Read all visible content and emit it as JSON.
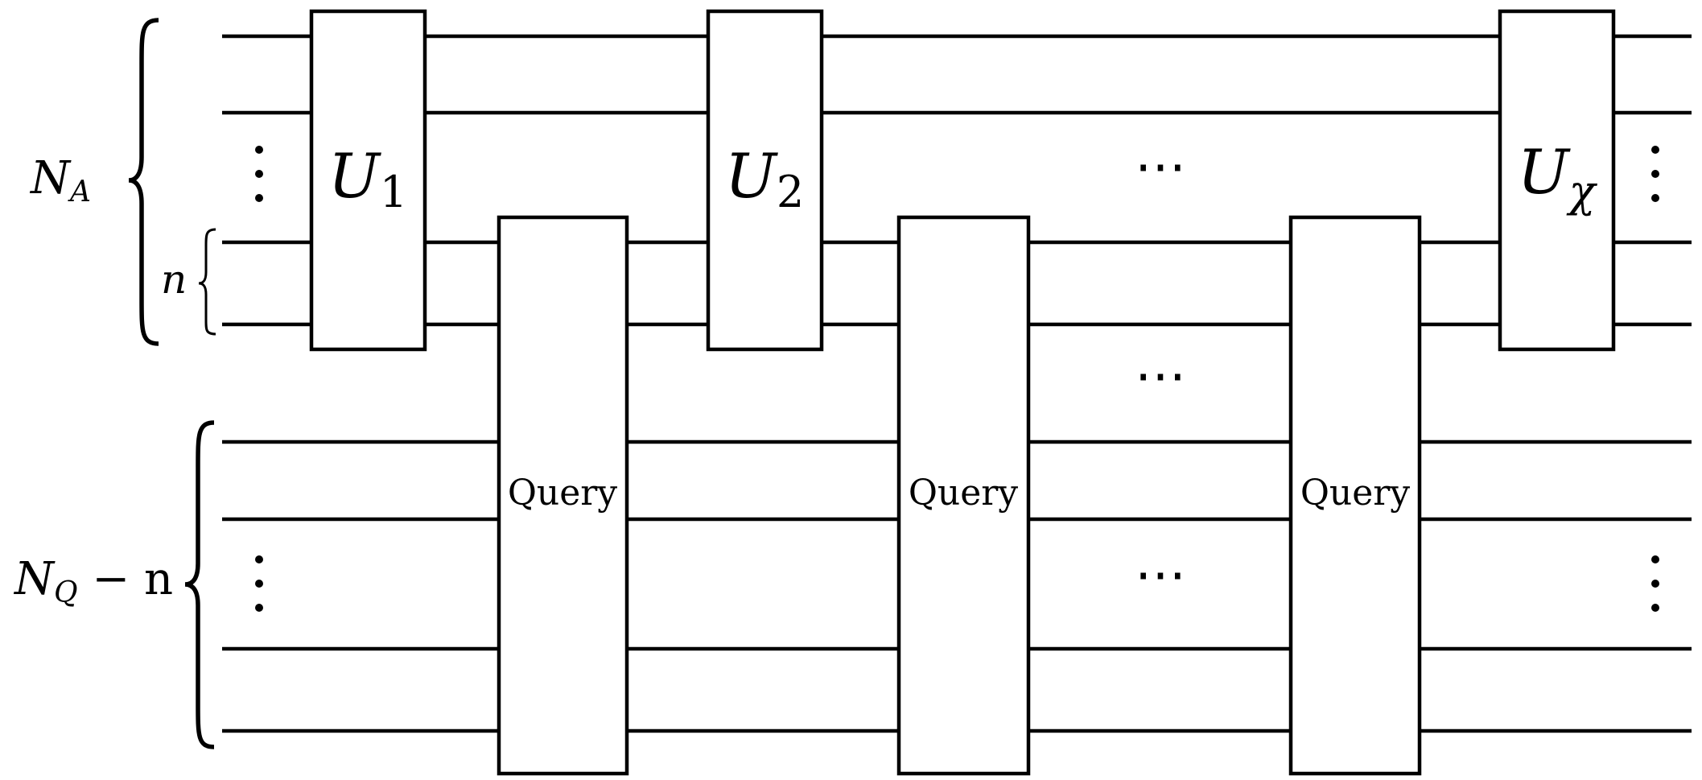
{
  "registers": {
    "ancilla_label": {
      "main": "N",
      "sub": "A"
    },
    "sub_label": "n",
    "query_label": {
      "main": "N",
      "sub": "Q",
      "suffix": " − n"
    }
  },
  "gates": {
    "unitaries": [
      {
        "main": "U",
        "sub": "1"
      },
      {
        "main": "U",
        "sub": "2"
      },
      {
        "main": "U",
        "sub": "χ"
      }
    ],
    "query_label": "Query"
  },
  "ellipsis": "⋯"
}
